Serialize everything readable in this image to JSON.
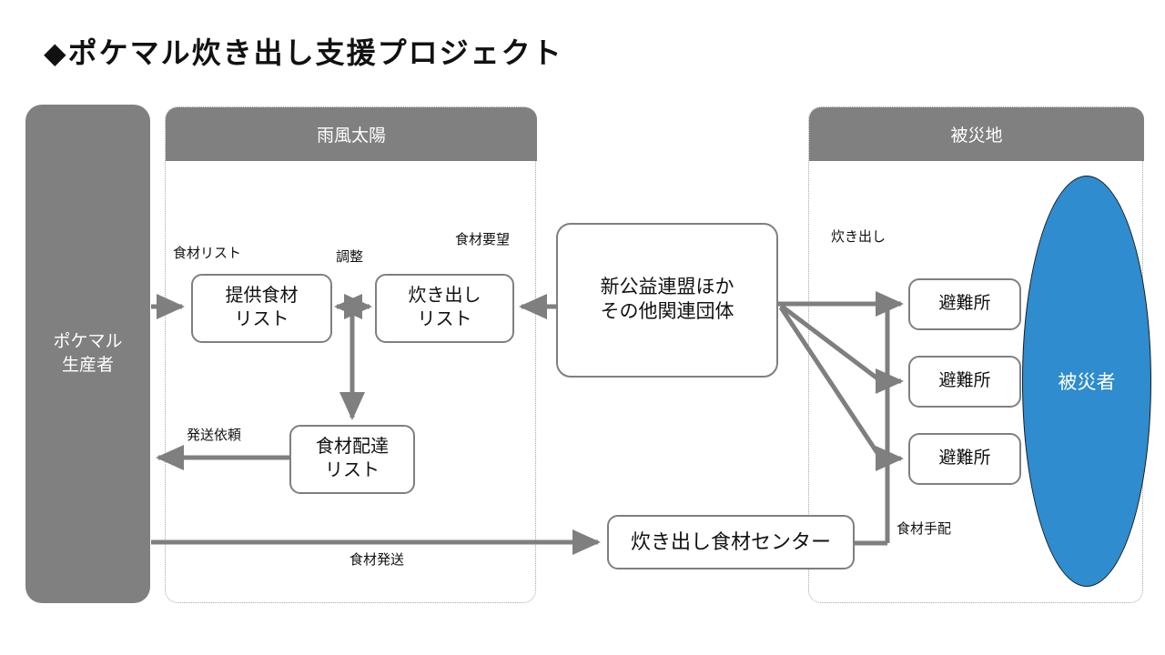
{
  "page": {
    "title": "◆ポケマル炊き出し支援プロジェクト",
    "title_marker": "◆",
    "background": "#ffffff"
  },
  "colors": {
    "header_gray": "#808080",
    "connector_gray": "#7f7f7f",
    "lane_border": "#a6a6a6",
    "victims_blue": "#2e8ccf",
    "text_dark": "#111111",
    "text_light": "#ffffff"
  },
  "lanes": [
    {
      "id": "mid",
      "title": "雨風太陽"
    },
    {
      "id": "right",
      "title": "被災地"
    }
  ],
  "nodes": {
    "producer": {
      "label": "ポケマル\n生産者",
      "line1": "ポケマル",
      "line2": "生産者"
    },
    "supply": {
      "line1": "提供食材",
      "line2": "リスト"
    },
    "cook": {
      "line1": "炊き出し",
      "line2": "リスト"
    },
    "delivery": {
      "line1": "食材配達",
      "line2": "リスト"
    },
    "alliance": {
      "line1": "新公益連盟ほか",
      "line2": "その他関連団体"
    },
    "center": {
      "label": "炊き出し食材センター"
    },
    "shelters": [
      "避難所",
      "避難所",
      "避難所"
    ],
    "victims": {
      "label": "被災者"
    }
  },
  "edge_labels": {
    "food_list": "食材リスト",
    "adjust": "調整",
    "food_request": "食材要望",
    "shipping_order": "発送依頼",
    "food_shipment": "食材発送",
    "cooking": "炊き出し",
    "food_arrange": "食材手配"
  },
  "chart_data": {
    "type": "diagram",
    "title": "◆ポケマル炊き出し支援プロジェクト",
    "flow_edges": [
      {
        "from": "producer",
        "to": "supply",
        "label": "食材リスト",
        "direction": "one-way"
      },
      {
        "from": "supply",
        "to": "cook",
        "label": "調整",
        "direction": "two-way"
      },
      {
        "from": "adjust-junction",
        "to": "delivery",
        "label": "",
        "direction": "one-way"
      },
      {
        "from": "alliance",
        "to": "cook",
        "label": "食材要望",
        "direction": "one-way"
      },
      {
        "from": "delivery",
        "to": "producer",
        "label": "発送依頼",
        "direction": "one-way"
      },
      {
        "from": "producer",
        "to": "center",
        "label": "食材発送",
        "direction": "one-way"
      },
      {
        "from": "alliance",
        "to": "shelter-1",
        "label": "炊き出し",
        "direction": "one-way"
      },
      {
        "from": "alliance",
        "to": "shelter-2",
        "label": "",
        "direction": "one-way"
      },
      {
        "from": "alliance",
        "to": "shelter-3",
        "label": "",
        "direction": "one-way"
      },
      {
        "from": "center",
        "to": "shelters",
        "label": "食材手配",
        "direction": "one-way"
      }
    ]
  }
}
